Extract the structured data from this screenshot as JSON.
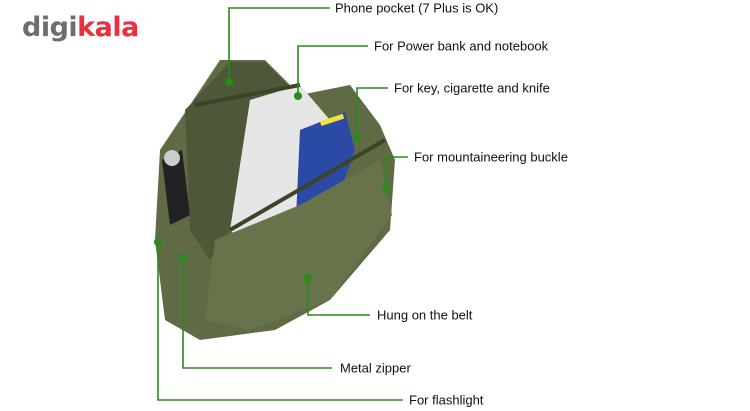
{
  "logo": {
    "part1": "digi",
    "part2": "kala"
  },
  "colors": {
    "callout": "#2a8a1a",
    "bag": "#5e6b45"
  },
  "callouts": [
    {
      "label": "Phone pocket (7 Plus is OK)"
    },
    {
      "label": "For Power bank and notebook"
    },
    {
      "label": "For key, cigarette and knife"
    },
    {
      "label": "For mountaineering buckle"
    },
    {
      "label": "Hung on the belt"
    },
    {
      "label": "Metal zipper"
    },
    {
      "label": "For flashlight"
    }
  ]
}
